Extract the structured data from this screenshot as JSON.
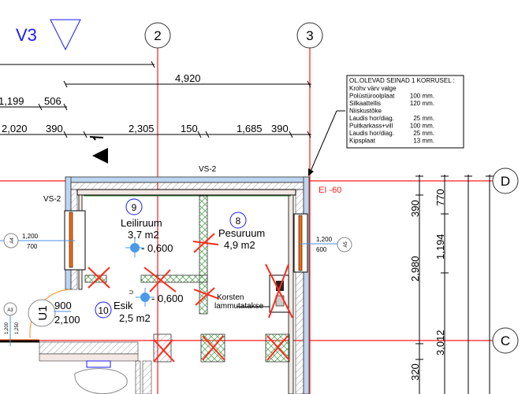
{
  "view": {
    "label": "V3"
  },
  "grid": {
    "axes": [
      "2",
      "3",
      "D",
      "C"
    ]
  },
  "dimensions": {
    "top": [
      "4,920"
    ],
    "row2": [
      "1,199",
      "506"
    ],
    "row3": [
      "2,020",
      "390",
      "2,305",
      "150",
      "1,685",
      "390"
    ],
    "right_col1": [
      "390",
      "2,980",
      "320"
    ],
    "right_col2": [
      "770",
      "1,194",
      "3,012"
    ]
  },
  "wall_labels": {
    "top": "VS-2",
    "left": "VS-2",
    "fire_rating": "EI -60"
  },
  "notes": {
    "title": "OL.OLEVAD SEINAD 1 KORRUSEL :",
    "lines": [
      {
        "name": "Krohv  värv valge",
        "value": ""
      },
      {
        "name": "Polüstüroolplaat",
        "value": "100 mm."
      },
      {
        "name": "Silkaattellis",
        "value": "120 mm."
      },
      {
        "name": "Niiskustõke",
        "value": ""
      },
      {
        "name": "Laudis hor/diag.",
        "value": "25 mm."
      },
      {
        "name": "Puitkarkass+vill",
        "value": "100 mm."
      },
      {
        "name": "Laudis hor/diag.",
        "value": "25 mm."
      },
      {
        "name": "Kipsplaat",
        "value": "13 mm."
      }
    ]
  },
  "rooms": [
    {
      "number": "9",
      "name": "Leiliruum",
      "area": "3,7 m2",
      "level": "- 0,600"
    },
    {
      "number": "8",
      "name": "Pesuruum",
      "area": "4,9 m2"
    },
    {
      "number": "10",
      "name": "Esik",
      "area": "2,5 m2",
      "level": "- 0,600"
    }
  ],
  "chimney": {
    "line1": "Korsten",
    "line2": "lammutatakse"
  },
  "windows": [
    {
      "tag": "A4",
      "width": "1,200",
      "height": "700"
    },
    {
      "tag": "A5",
      "width": "1,200",
      "height": "600"
    },
    {
      "tag": "A3",
      "width": "1,200",
      "height": "1,250"
    }
  ],
  "doors": [
    {
      "tag": "U1",
      "width": "900",
      "height": "2,100"
    }
  ],
  "level_marker": {
    "letter": "U"
  }
}
